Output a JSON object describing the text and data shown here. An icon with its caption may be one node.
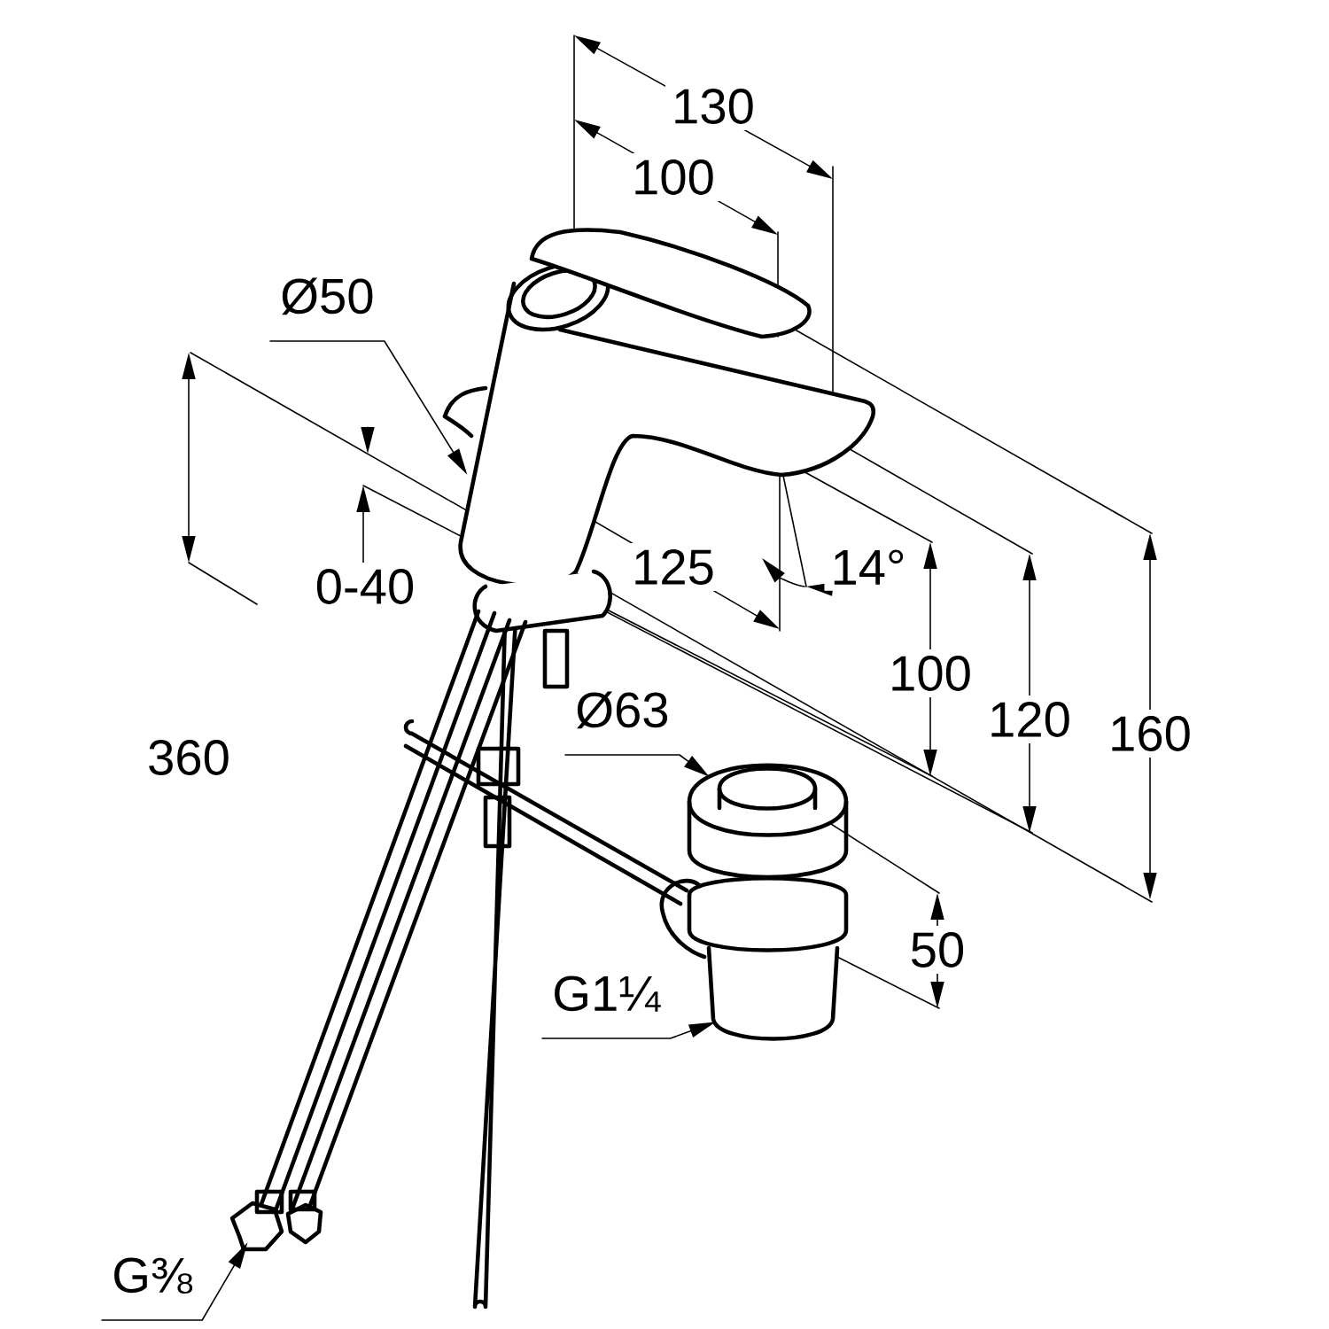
{
  "diagram": {
    "nodes": [
      {
        "text": [
          "Ø50"
        ]
      },
      {
        "text": [],
        "shape": "picture"
      },
      {
        "text": [
          "Ø63"
        ]
      },
      {
        "text": [],
        "shape": "picture"
      },
      {
        "text": [
          "G1¼"
        ]
      },
      {
        "text": [],
        "shape": "picture"
      },
      {
        "text": [
          "G⅜"
        ]
      },
      {
        "text": [],
        "shape": "picture"
      }
    ],
    "edges": [
      {
        "from": 0,
        "to": 1,
        "arrow": "to"
      },
      {
        "from": 2,
        "to": 3,
        "arrow": "to"
      },
      {
        "from": 4,
        "to": 5,
        "arrow": "to"
      },
      {
        "from": 6,
        "to": 7,
        "arrow": "to"
      }
    ],
    "labels": [
      "130",
      "100",
      "125",
      "14°",
      "0-40",
      "360",
      "100",
      "120",
      "160",
      "50"
    ]
  }
}
